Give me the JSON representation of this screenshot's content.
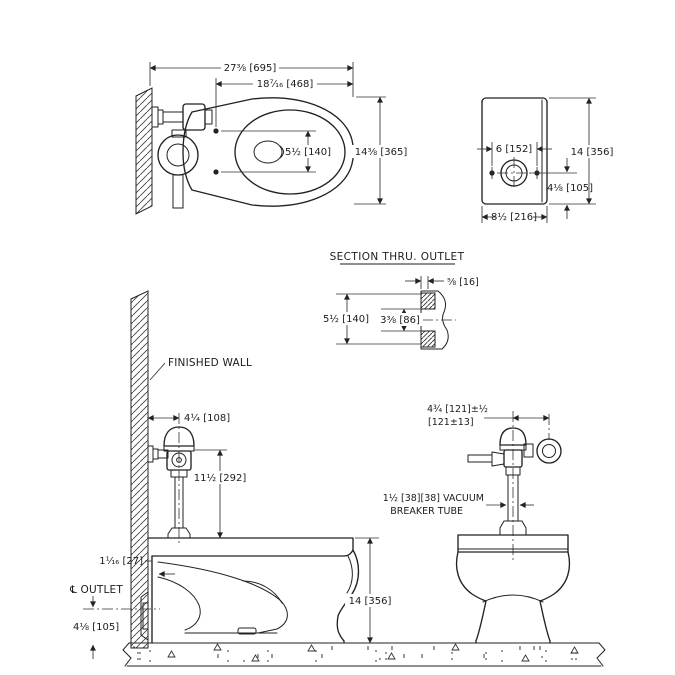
{
  "drawing": {
    "plan": {
      "overall_width": "27⅜ [695]",
      "rough_in": "18⁷⁄₁₆ [468]",
      "bowl_width": "14⅜ [365]",
      "bolt_spacing": "5½ [140]"
    },
    "footprint": {
      "bolt_spacing": "6 [152]",
      "depth": "14 [356]",
      "outlet_height": "4⅛ [105]",
      "width": "8½ [216]"
    },
    "section": {
      "title": "SECTION THRU. OUTLET",
      "wall_thickness": "⅝ [16]",
      "outer": "5½ [140]",
      "inner": "3⅜ [86]"
    },
    "side": {
      "finished_wall": "FINISHED WALL",
      "valve_offset": "4¼ [108]",
      "valve_height": "11½ [292]",
      "rim_gap": "1¹⁄₁₆ [27]",
      "outlet_label": "℄ OUTLET",
      "outlet_height": "4⅛ [105]",
      "bowl_height": "14 [356]"
    },
    "front": {
      "valve_offset_in": "4¾ [121]±½",
      "valve_offset_mm": "[121±13]",
      "vacuum_label_1": "1½ [38][38] VACUUM",
      "vacuum_label_2": "BREAKER TUBE"
    }
  }
}
